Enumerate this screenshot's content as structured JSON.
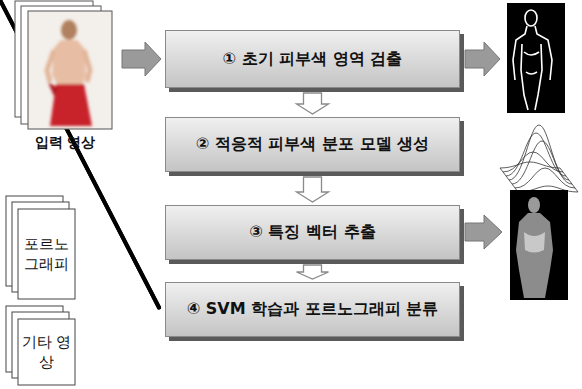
{
  "diagram": {
    "nodes": [
      {
        "text": [
          "입력 영상"
        ]
      },
      {
        "text": [
          "① 초기 피부색 영역 검출"
        ]
      },
      {
        "text": [
          "② 적응적 피부색 분포 모델 생성"
        ]
      },
      {
        "text": [
          "③ 특징 벡터 추출"
        ]
      },
      {
        "text": [
          "④ SVM 학습과 포르노그래피 분류"
        ]
      },
      {
        "text": [
          "포르노 그래피"
        ]
      },
      {
        "text": [
          "기타 영상"
        ]
      }
    ],
    "edges": [
      {
        "from": 0,
        "to": 1,
        "arrow": "to"
      },
      {
        "from": 1,
        "to": 2,
        "arrow": "to"
      },
      {
        "from": 2,
        "to": 3,
        "arrow": "to"
      },
      {
        "from": 3,
        "to": 4,
        "arrow": "to"
      },
      {
        "from": 4,
        "to": 5,
        "arrow": "to"
      },
      {
        "from": 4,
        "to": 6,
        "arrow": "to"
      }
    ]
  }
}
